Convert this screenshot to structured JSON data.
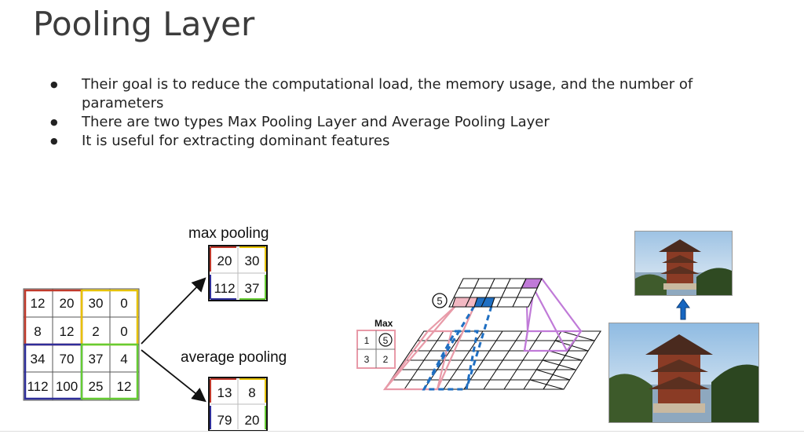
{
  "slide": {
    "title": "Pooling Layer",
    "bullets": [
      "Their goal is to reduce the computational load, the memory usage, and the number of parameters",
      "There are two types Max Pooling Layer and Average Pooling Layer",
      "It is useful for extracting dominant features"
    ]
  },
  "figure": {
    "input_matrix": [
      [
        "12",
        "20",
        "30",
        "0"
      ],
      [
        "8",
        "12",
        "2",
        "0"
      ],
      [
        "34",
        "70",
        "37",
        "4"
      ],
      [
        "112",
        "100",
        "25",
        "12"
      ]
    ],
    "max_pooling_label": "max pooling",
    "max_result": [
      [
        "20",
        "30"
      ],
      [
        "112",
        "37"
      ]
    ],
    "average_pooling_label": "average pooling",
    "average_result": [
      [
        "13",
        "8"
      ],
      [
        "79",
        "20"
      ]
    ],
    "quadrant_colors": [
      "#c0392b",
      "#e6c200",
      "#2e2e9a",
      "#66cc33"
    ],
    "layer_diagram": {
      "max_label": "Max",
      "window_values": [
        [
          "1",
          "5"
        ],
        [
          "3",
          "2"
        ]
      ],
      "output_circle": "5",
      "colors": {
        "pink": "#e89aa8",
        "blue": "#1f6fc2",
        "purple": "#c07ad8"
      }
    },
    "arrow_icon": "up-arrow-icon",
    "arrow_color": "#1565c0"
  }
}
